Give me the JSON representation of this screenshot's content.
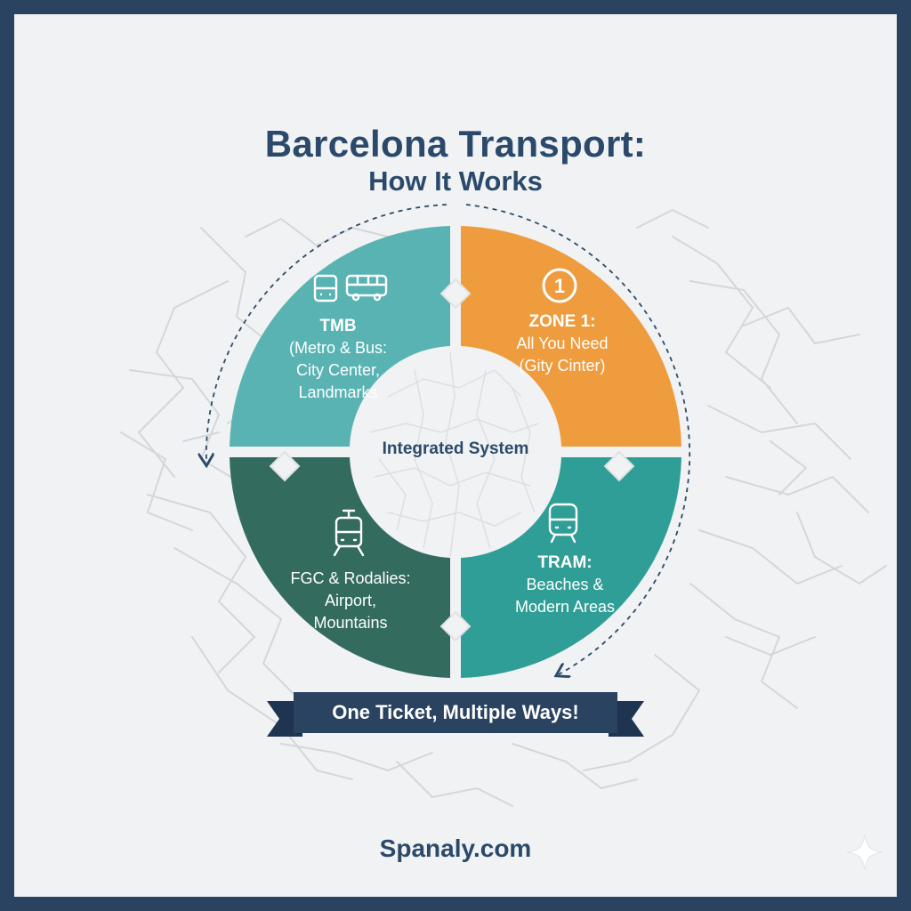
{
  "header": {
    "title": "Barcelona Transport:",
    "subtitle": "How It Works"
  },
  "diagram": {
    "center_label": "Integrated System",
    "segments": [
      {
        "id": "tmb",
        "color": "#5ab3b3",
        "icon": "bus-icon",
        "lines": [
          "TMB",
          "(Metro & Bus:",
          "City Center,",
          "Landmarks"
        ]
      },
      {
        "id": "zone1",
        "color": "#ee9c3e",
        "icon": "number-one-icon",
        "icon_text": "1",
        "lines": [
          "ZONE 1:",
          "All You Need",
          "(Gity Cinter)"
        ]
      },
      {
        "id": "tram",
        "color": "#2f9e96",
        "icon": "tram-icon",
        "lines": [
          "TRAM:",
          "Beaches &",
          "Modern Areas"
        ]
      },
      {
        "id": "fgc",
        "color": "#336b5e",
        "icon": "train-icon",
        "lines": [
          "FGC & Rodalies:",
          "Airport,",
          "Mountains"
        ]
      }
    ]
  },
  "banner": {
    "text": "One Ticket, Multiple Ways!",
    "color": "#2a4361"
  },
  "footer": {
    "site": "Spanaly.com"
  },
  "colors": {
    "frame": "#2a4361",
    "background": "#f1f2f3",
    "title": "#2b4a6b"
  }
}
